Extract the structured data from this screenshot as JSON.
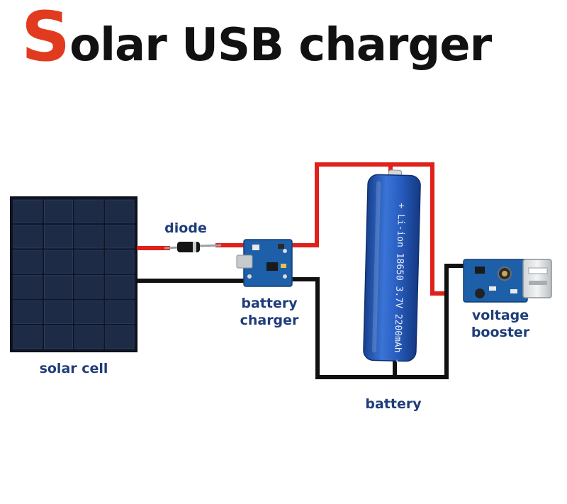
{
  "title": {
    "first_letter": "S",
    "rest": "olar USB charger"
  },
  "labels": {
    "diode": "diode",
    "battery_charger": [
      "battery",
      "charger"
    ],
    "solar_cell": "solar cell",
    "voltage_booster": [
      "voltage",
      "booster"
    ],
    "battery": "battery"
  },
  "battery_print": "+ Li-ion 18650 3.7V 2200mAh -",
  "colors": {
    "title_accent": "#e23a1e",
    "title_text": "#111111",
    "label_text": "#1f3d7a",
    "wire_positive": "#e0201a",
    "wire_negative": "#111111",
    "panel_cell": "#1e2b47",
    "board_blue": "#1d5fa8",
    "battery_blue": "#2456b8"
  }
}
